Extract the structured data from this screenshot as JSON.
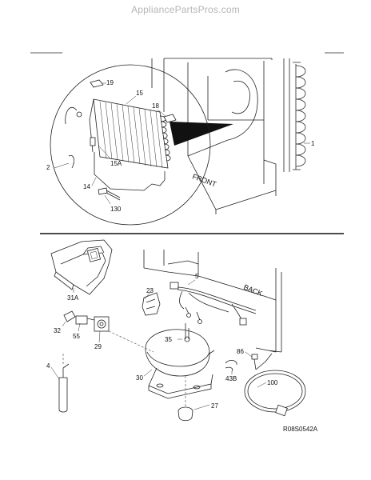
{
  "watermark": "AppliancePartsPros.com",
  "diagram_code": "R08S0542A",
  "text_front": "FRONT",
  "text_back": "BACK",
  "callouts_top": [
    "1",
    "2",
    "14",
    "15",
    "15A",
    "18",
    "19",
    "130"
  ],
  "callouts_bottom": [
    "4",
    "5",
    "23",
    "27",
    "29",
    "30",
    "31A",
    "32",
    "35",
    "43B",
    "55",
    "86",
    "100"
  ]
}
